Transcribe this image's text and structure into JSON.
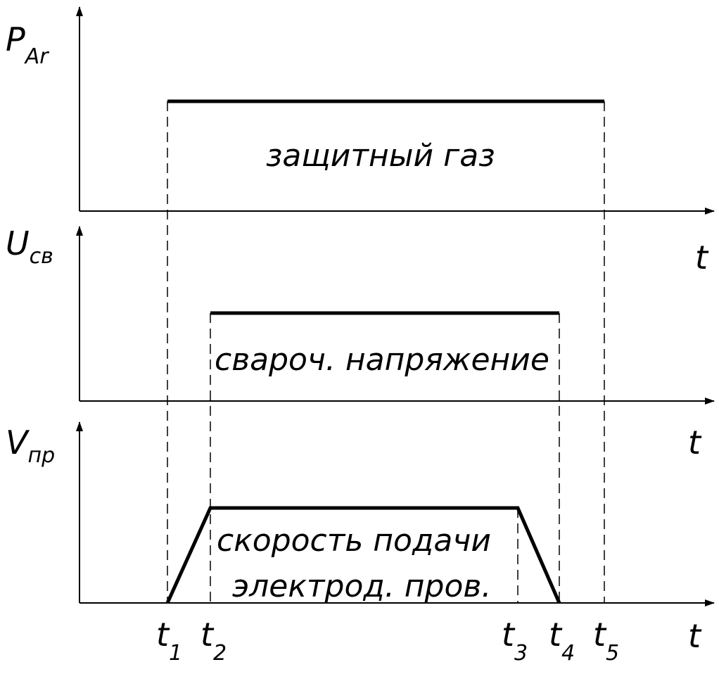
{
  "panels": [
    {
      "id": "gas",
      "y_symbol": "P",
      "y_sub": "Ar",
      "x_label": "t",
      "caption_lines": [
        "защитный газ"
      ]
    },
    {
      "id": "voltage",
      "y_symbol": "U",
      "y_sub": "св",
      "x_label": "t",
      "caption_lines": [
        "свароч. напряжение"
      ]
    },
    {
      "id": "feed",
      "y_symbol": "V",
      "y_sub": "пр",
      "x_label": "t",
      "caption_lines": [
        "скорость подачи",
        "электрод. пров."
      ]
    }
  ],
  "time_marks": [
    {
      "main": "t",
      "sub": "1"
    },
    {
      "main": "t",
      "sub": "2"
    },
    {
      "main": "t",
      "sub": "3"
    },
    {
      "main": "t",
      "sub": "4"
    },
    {
      "main": "t",
      "sub": "5"
    }
  ],
  "colors": {
    "ink": "#000000",
    "background": "#ffffff"
  }
}
